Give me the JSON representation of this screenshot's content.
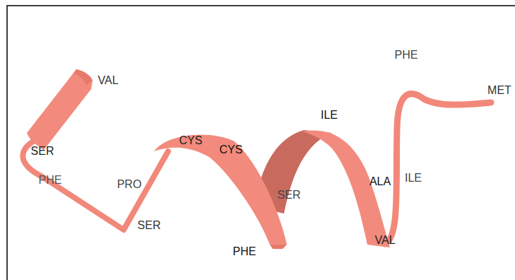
{
  "diagram": {
    "labels": [
      "PHE",
      "VAL",
      "MET",
      "ILE",
      "CYS",
      "SER",
      "CYS",
      "ILE",
      "PHE",
      "PRO",
      "ALA",
      "SER",
      "SER",
      "VAL",
      "PHE"
    ]
  }
}
